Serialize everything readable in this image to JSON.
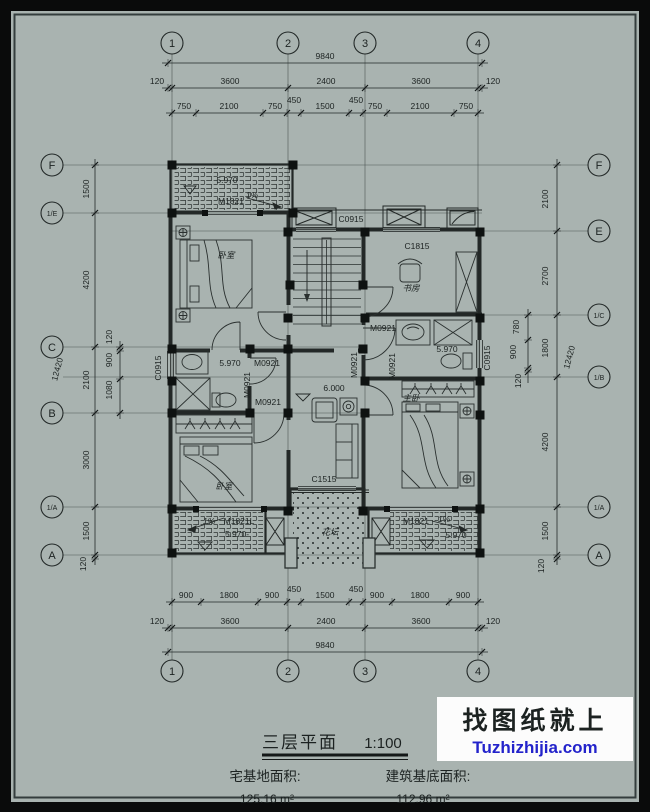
{
  "axes": {
    "t": [
      "1",
      "2",
      "3",
      "4"
    ],
    "b": [
      "1",
      "2",
      "3",
      "4"
    ],
    "l": [
      "F",
      "1/E",
      "C",
      "B",
      "1/A",
      "A"
    ],
    "r": [
      "F",
      "E",
      "1/C",
      "1/B",
      "1/A",
      "A"
    ]
  },
  "dims": {
    "t_total": "9840",
    "t_mid": [
      "120",
      "3600",
      "2400",
      "3600",
      "120"
    ],
    "t_det": [
      "750",
      "2100",
      "750",
      "450",
      "1500",
      "450",
      "750",
      "2100",
      "750"
    ],
    "b_det": [
      "900",
      "1800",
      "900",
      "450",
      "1500",
      "450",
      "900",
      "1800",
      "900"
    ],
    "b_mid": [
      "120",
      "3600",
      "2400",
      "3600",
      "120"
    ],
    "b_total": "9840",
    "l_chain": [
      "1500",
      "4200",
      "2100",
      "3000",
      "1500",
      "120"
    ],
    "l_total": "12420",
    "l_in": [
      "120",
      "900",
      "1080"
    ],
    "r_chain": [
      "2100",
      "2700",
      "1800",
      "4200",
      "1500",
      "120"
    ],
    "r_total": "12420",
    "r_in": [
      "780",
      "900",
      "120"
    ]
  },
  "labels": {
    "terrace_level": "5.970",
    "terrace_door": "M1821",
    "slope": "1%",
    "stair_win": "C0915",
    "study_win": "C1815",
    "study": "书房",
    "bed_tl": "卧室",
    "bed_bl": "卧室",
    "master": "主卧",
    "bathR_door": "M0921",
    "bathR_doorv": "M0921",
    "hall_doorv": "M0921",
    "bathR_level": "5.970",
    "hall_level": "6.000",
    "bathL_level": "5.970",
    "bathL_door": "M0921",
    "bathL_doorv": "M0921",
    "bathL_door2": "M0921",
    "west_win": "C0915",
    "east_win": "C0915",
    "hall_win": "C1515",
    "flowerbed": "花坛",
    "balL_slope": "1%",
    "balL_door": "M1821L",
    "balL_level": "5.970-",
    "balR_door": "M1821",
    "balR_slope": "1%",
    "balR_level": "5.970"
  },
  "titleblock": {
    "title": "三层平面",
    "scale": "1:100",
    "site_area_label": "宅基地面积:",
    "site_area_value": "125.16 m²",
    "footprint_label": "建筑基底面积:",
    "footprint_value": "112.96 m²"
  },
  "watermark": {
    "line1": "找图纸就上",
    "line2": "Tuzhizhijia.com"
  }
}
